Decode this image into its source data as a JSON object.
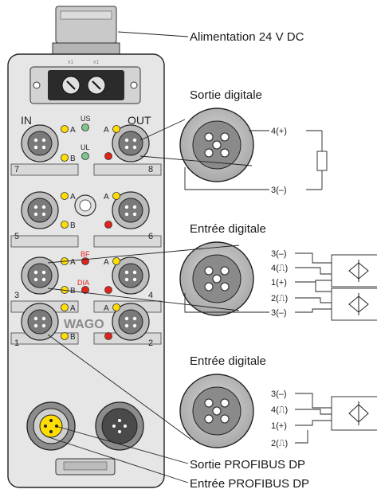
{
  "labels": {
    "power": "Alimentation 24 V DC",
    "out_title": "Sortie digitale",
    "in_title_1": "Entrée digitale",
    "in_title_2": "Entrée digitale",
    "profibus_out": "Sortie PROFIBUS DP",
    "profibus_in": "Entrée PROFIBUS DP"
  },
  "module": {
    "in_label": "IN",
    "out_label": "OUT",
    "switch_label_1": "x1",
    "switch_label_2": "x1",
    "us": "US",
    "ul": "UL",
    "bf": "BF",
    "dia": "DIA",
    "logo": "WAGO",
    "led_a": "A",
    "led_b": "B",
    "port_numbers": [
      "7",
      "8",
      "5",
      "6",
      "3",
      "4",
      "1",
      "2"
    ]
  },
  "pins_out": [
    "4(+)",
    "3(–)"
  ],
  "pins_in1": [
    "3(–)",
    "4(⎍)",
    "1(+)",
    "2(⎍)",
    "3(–)"
  ],
  "pins_in2": [
    "3(–)",
    "4(⎍)",
    "1(+)",
    "2(⎍)"
  ],
  "colors": {
    "housing": "#e6e6e6",
    "housing_dark": "#cfcfcf",
    "led_yellow": "#ffdd00",
    "led_green": "#7fc48a",
    "led_red": "#e2231a",
    "connector_ring": "#bdbdbd"
  }
}
